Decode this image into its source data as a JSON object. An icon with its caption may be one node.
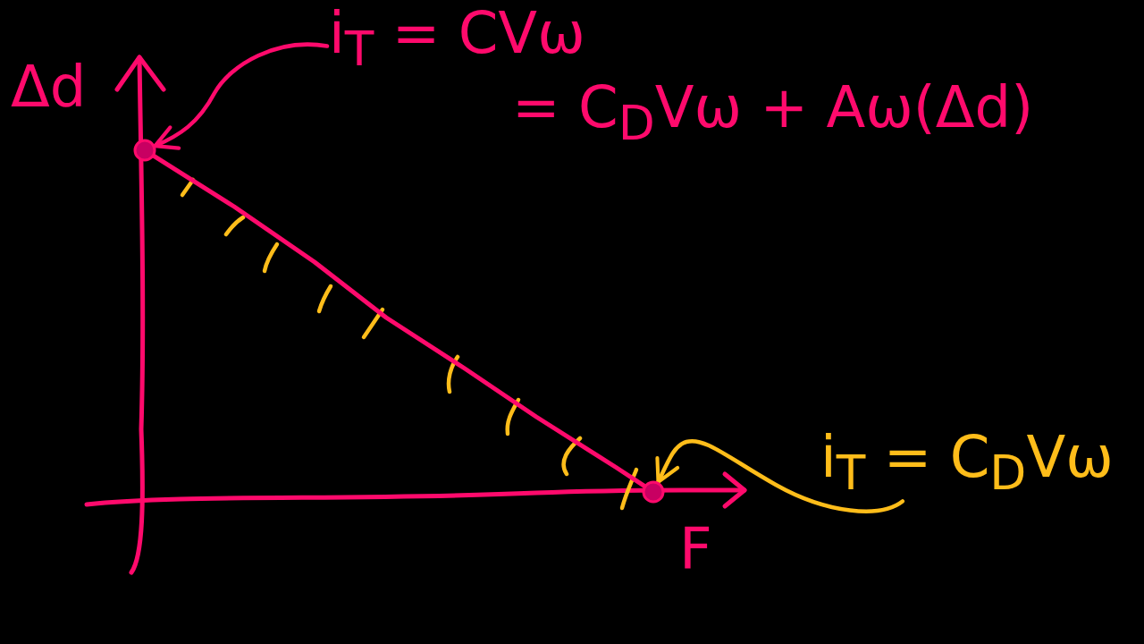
{
  "diagram": {
    "nodes": [
      {
        "text": [
          "i$_{T}$ = CVω",
          "= C$_{D}$Vω + Aω(Δd)"
        ]
      },
      {
        "text": [],
        "shape": "circle"
      },
      {
        "text": [
          "i$_{T}$ = C$_{D}$Vω"
        ]
      },
      {
        "text": [],
        "shape": "circle"
      }
    ],
    "edges": [
      {
        "from": 0,
        "to": 1,
        "arrow": "to"
      },
      {
        "from": 1,
        "to": 3,
        "arrow": "none"
      },
      {
        "from": 2,
        "to": 3,
        "arrow": "to",
        "color": "#ffbd1a"
      }
    ],
    "labels": [
      "Δd",
      "F"
    ]
  }
}
